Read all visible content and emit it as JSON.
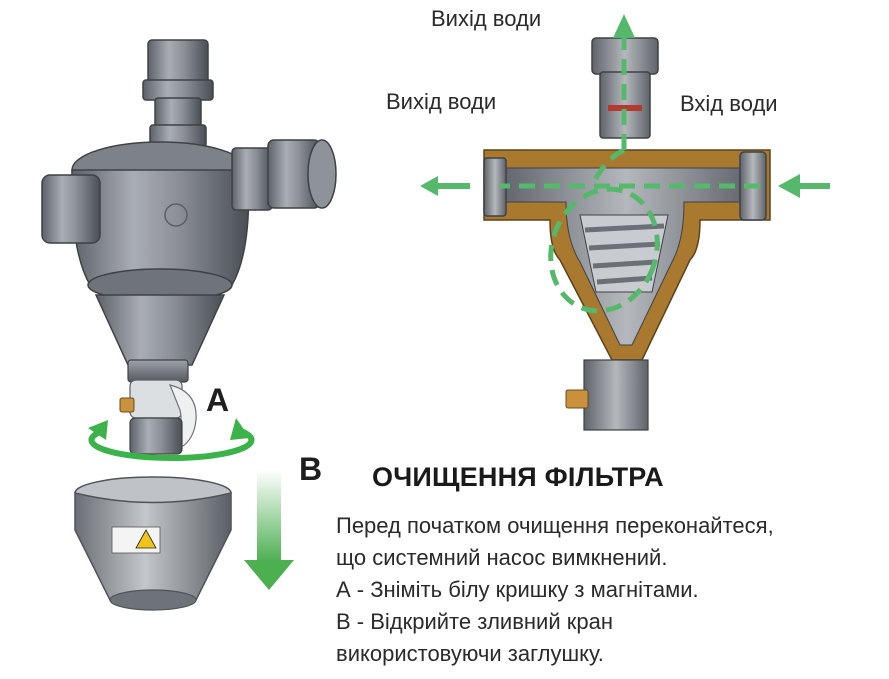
{
  "labels": {
    "outlet_top": "Вихід води",
    "outlet_left": "Вихід води",
    "inlet_right": "Вхід води"
  },
  "steps": {
    "a": "A",
    "b": "B"
  },
  "title": "ОЧИЩЕННЯ ФІЛЬТРА",
  "instructions": [
    "Перед початком очищення переконайтеся,",
    "що системний насос вимкнений.",
    "А - Зніміть білу кришку з магнітами.",
    "В - Відкрийте зливний кран",
    "використовуючи заглушку."
  ],
  "colors": {
    "flow_green": "#55b86a",
    "rotate_green": "#3cb34a",
    "brass": "#a8792f",
    "body_grey": "#8a8f96"
  },
  "icons": {
    "warning": "warning-triangle-icon"
  }
}
